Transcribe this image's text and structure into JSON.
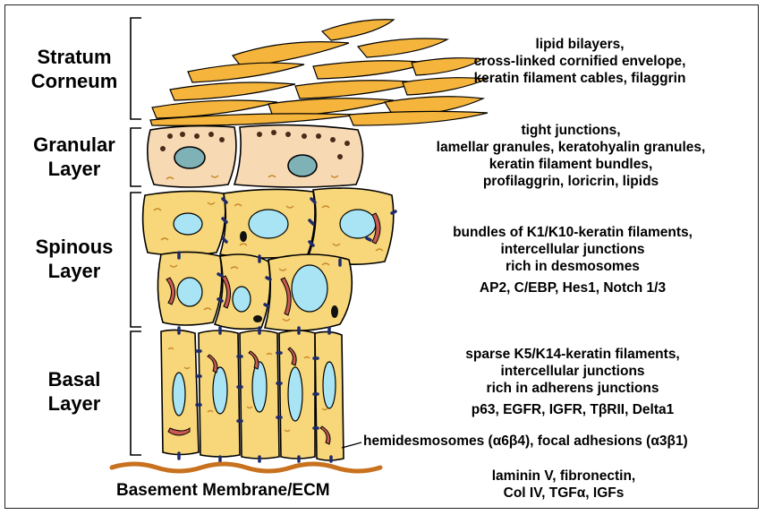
{
  "layers": [
    {
      "name_lines": [
        "Stratum",
        "Corneum"
      ],
      "desc_lines": [
        "lipid bilayers,",
        "cross-linked cornified envelope,",
        "keratin filament cables, filaggrin"
      ]
    },
    {
      "name_lines": [
        "Granular",
        "Layer"
      ],
      "desc_lines": [
        "tight junctions,",
        "lamellar granules, keratohyalin granules,",
        "keratin filament bundles,",
        "profilaggrin, loricrin, lipids"
      ]
    },
    {
      "name_lines": [
        "Spinous",
        "Layer"
      ],
      "desc_lines": [
        "bundles of K1/K10-keratin filaments,",
        "intercellular junctions",
        "rich in desmosomes",
        "AP2, C/EBP, Hes1, Notch 1/3"
      ]
    },
    {
      "name_lines": [
        "Basal",
        "Layer"
      ],
      "desc_lines": [
        "sparse K5/K14-keratin filaments,",
        "intercellular junctions",
        "rich in adherens junctions",
        "p63, EGFR, IGFR, TβRII, Delta1"
      ]
    }
  ],
  "adhesion_label": "hemidesmosomes (α6β4), focal adhesions (α3β1)",
  "basement": {
    "label": "Basement Membrane/ECM",
    "desc_lines": [
      "laminin V, fibronectin,",
      "Col IV, TGFα, IGFs"
    ]
  },
  "colors": {
    "corneum": "#f5b53c",
    "granular": "#f7d9b4",
    "spinous": "#f7d77a",
    "nucleus": "#a8e4f4",
    "basement": "#c8711e",
    "desmosome": "#1f2a6b"
  }
}
